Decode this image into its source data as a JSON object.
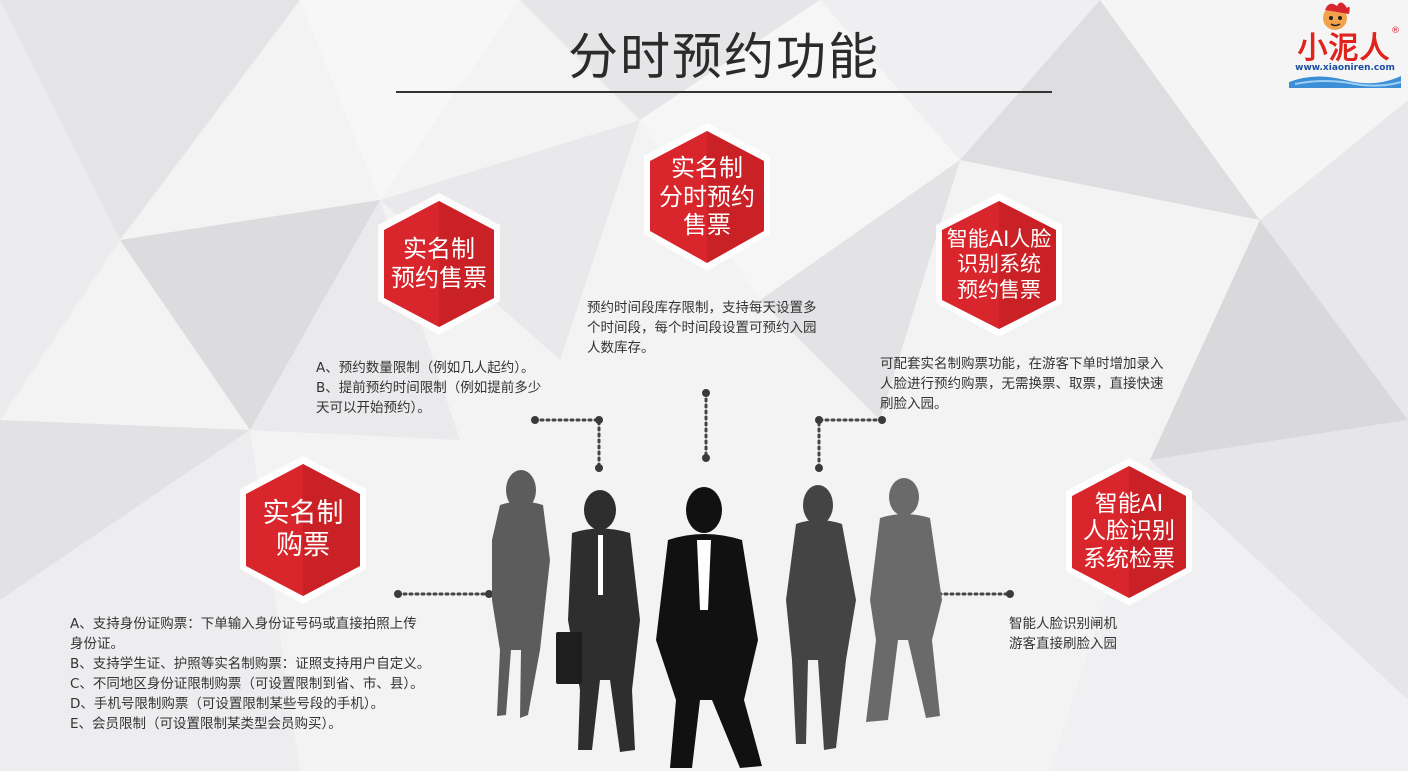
{
  "slide": {
    "title": "分时预约功能",
    "logo": {
      "name": "小泥人",
      "url": "www.xiaoniren.com",
      "registered": "®"
    }
  },
  "nodes": [
    {
      "id": "realname-purchase",
      "label": "实名制\n购票",
      "desc": "A、支持身份证购票：下单输入身份证号码或直接拍照上传\n身份证。\nB、支持学生证、护照等实名制购票：证照支持用户自定义。\nC、不同地区身份证限制购票（可设置限制到省、市、县）。\nD、手机号限制购票（可设置限制某些号段的手机）。\nE、会员限制（可设置限制某类型会员购买）。"
    },
    {
      "id": "realname-reservation",
      "label": "实名制\n预约售票",
      "desc": "A、预约数量限制（例如几人起约）。\nB、提前预约时间限制（例如提前多少\n天可以开始预约）。"
    },
    {
      "id": "realname-timeslot",
      "label": "实名制\n分时预约\n售票",
      "desc": "预约时间段库存限制，支持每天设置多\n个时间段，每个时间段设置可预约入园\n人数库存。"
    },
    {
      "id": "ai-face-reservation",
      "label": "智能AI人脸\n识别系统\n预约售票",
      "desc": "可配套实名制购票功能，在游客下单时增加录入\n人脸进行预约购票，无需换票、取票，直接快速\n刷脸入园。"
    },
    {
      "id": "ai-face-check",
      "label": "智能AI\n人脸识别\n系统检票",
      "desc": "智能人脸识别闸机\n游客直接刷脸入园"
    }
  ],
  "colors": {
    "hex_red": "#d8262c",
    "hex_dark": "#a5151b",
    "dots": "#444444",
    "title": "#2b2b2b"
  }
}
